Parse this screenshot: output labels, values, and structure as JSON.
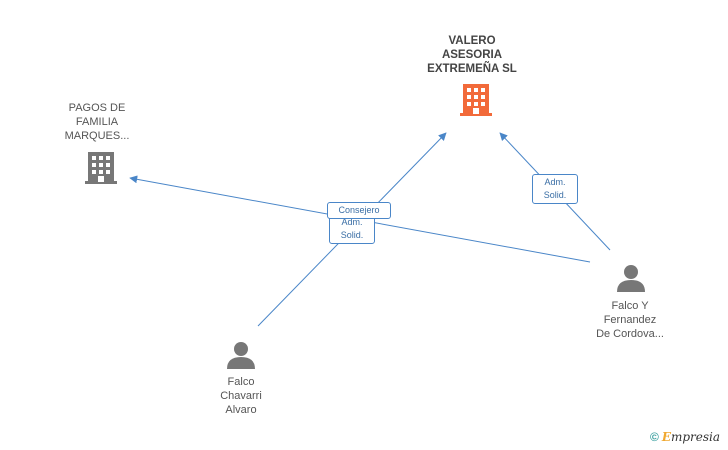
{
  "nodes": {
    "valero": {
      "label_lines": [
        "VALERO",
        "ASESORIA",
        "EXTREMEÑA SL"
      ],
      "icon": "building-icon",
      "color": "#f26a3a"
    },
    "pagos": {
      "label_lines": [
        "PAGOS DE",
        "FAMILIA",
        "MARQUES..."
      ],
      "icon": "building-icon",
      "color": "#777777"
    },
    "falco_fernandez": {
      "label_lines": [
        "Falco Y",
        "Fernandez",
        "De Cordova..."
      ],
      "icon": "person-icon",
      "color": "#777777"
    },
    "falco_chavarri": {
      "label_lines": [
        "Falco",
        "Chavarri",
        "Alvaro"
      ],
      "icon": "person-icon",
      "color": "#777777"
    }
  },
  "edges": {
    "consejero": {
      "lines": [
        "Consejero"
      ]
    },
    "adm_solid_center": {
      "lines": [
        "Adm.",
        "Solid."
      ]
    },
    "adm_solid_right": {
      "lines": [
        "Adm.",
        "Solid."
      ]
    }
  },
  "watermark": {
    "symbol": "©",
    "brand_first": "E",
    "brand_rest": "mpresia"
  },
  "colors": {
    "edge": "#4a86c8",
    "company_main": "#f26a3a",
    "company_other": "#777777",
    "person": "#777777"
  }
}
